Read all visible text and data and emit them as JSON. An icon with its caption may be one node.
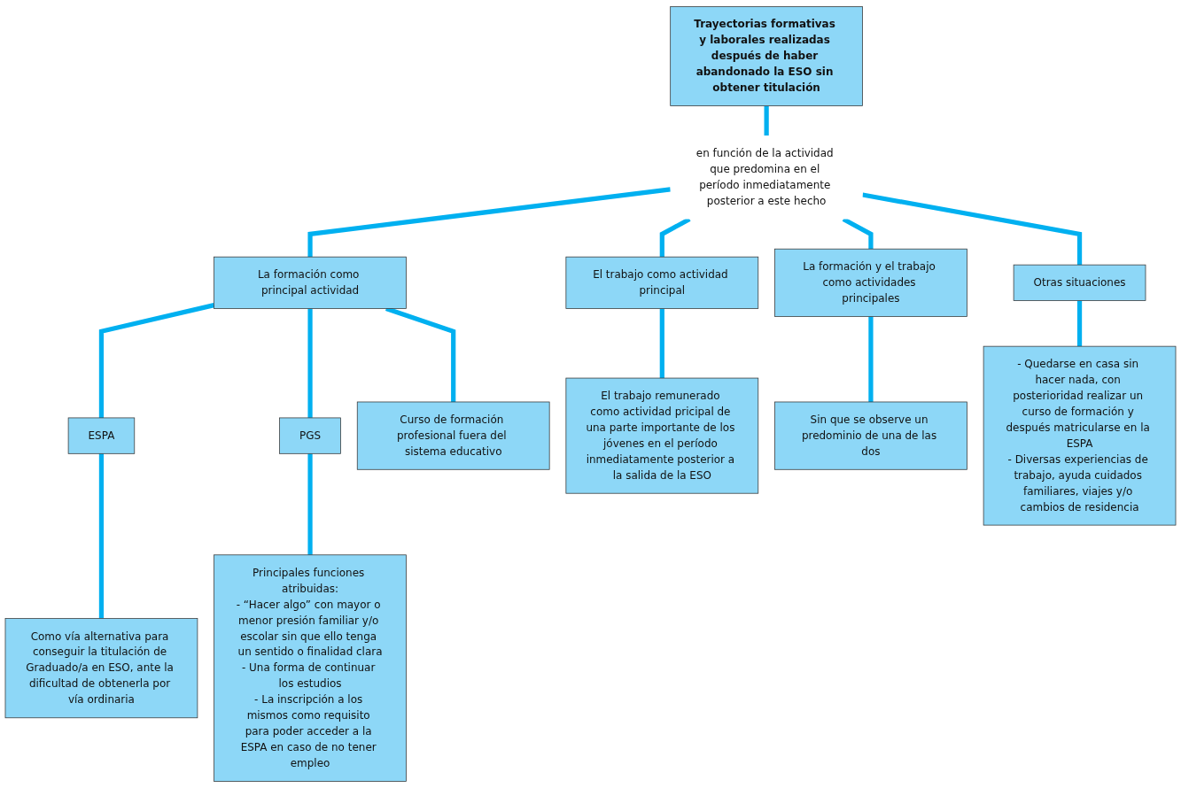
{
  "diagram": {
    "nodes": [
      {
        "text": [
          "Trayectorias formativas y laborales realizadas después de haber abandonado la ESO sin obtener titulación"
        ]
      },
      {
        "text": [
          "en función de la actividad que predomina en el período inmediatamente posterior a este hecho"
        ]
      },
      {
        "text": [
          "La formación como principal actividad"
        ]
      },
      {
        "text": [
          "El trabajo como actividad principal"
        ]
      },
      {
        "text": [
          "La formación y el trabajo como actividades principales"
        ]
      },
      {
        "text": [
          "Otras situaciones"
        ]
      },
      {
        "text": [
          "ESPA"
        ]
      },
      {
        "text": [
          "PGS"
        ]
      },
      {
        "text": [
          "Curso de formación profesional fuera del sistema educativo"
        ]
      },
      {
        "text": [
          "El trabajo remunerado como actividad pricipal de una parte importante de los jóvenes en el período inmediatamente posterior a la salida de la ESO"
        ]
      },
      {
        "text": [
          "Sin que se observe un predominio de una de las dos"
        ]
      },
      {
        "text": [
          "- Quedarse en casa sin hacer nada, con posterioridad realizar un curso de formación y después matricularse en la ESPA",
          "- Diversas experiencias de trabajo, ayuda cuidados familiares, viajes y/o cambios de residencia"
        ]
      },
      {
        "text": [
          "Como vía alternativa para conseguir la titulación de Graduado/a en ESO, ante la dificultad de obtenerla por vía ordinaria"
        ]
      },
      {
        "text": [
          "Principales funciones atribuidas:",
          "- “Hacer algo” con mayor o menor presión familiar y/o escolar sin que ello tenga un sentido o finalidad clara",
          "- Una forma de continuar los estudios",
          "- La inscripción a los mismos como requisito para poder acceder a la ESPA en caso de no tener empleo"
        ]
      }
    ],
    "edges": [
      {
        "from": 0,
        "to": 1,
        "arrow": "none"
      },
      {
        "from": 1,
        "to": 2,
        "arrow": "none"
      },
      {
        "from": 1,
        "to": 3,
        "arrow": "none"
      },
      {
        "from": 1,
        "to": 4,
        "arrow": "none"
      },
      {
        "from": 1,
        "to": 5,
        "arrow": "none"
      },
      {
        "from": 2,
        "to": 6,
        "arrow": "none"
      },
      {
        "from": 2,
        "to": 7,
        "arrow": "none"
      },
      {
        "from": 2,
        "to": 8,
        "arrow": "none"
      },
      {
        "from": 3,
        "to": 9,
        "arrow": "none"
      },
      {
        "from": 4,
        "to": 10,
        "arrow": "none"
      },
      {
        "from": 5,
        "to": 11,
        "arrow": "none"
      },
      {
        "from": 6,
        "to": 12,
        "arrow": "none"
      },
      {
        "from": 7,
        "to": 13,
        "arrow": "none"
      }
    ]
  }
}
